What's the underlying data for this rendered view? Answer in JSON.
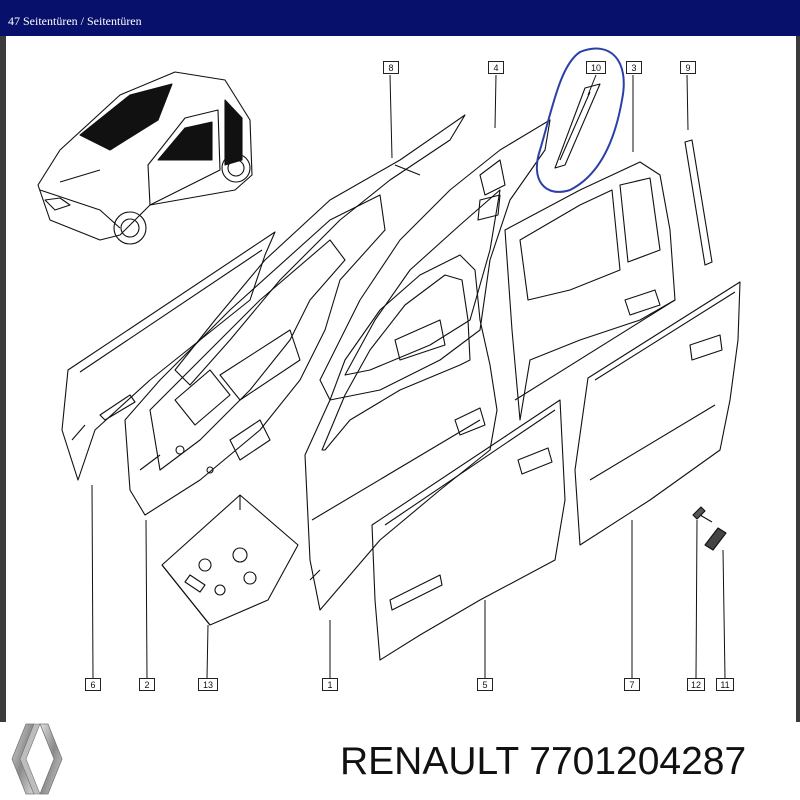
{
  "window": {
    "title": "47 Seitentüren / Seitentüren"
  },
  "diagram": {
    "labels": [
      {
        "id": "label-1",
        "text": "1"
      },
      {
        "id": "label-2",
        "text": "2"
      },
      {
        "id": "label-3",
        "text": "3"
      },
      {
        "id": "label-4",
        "text": "4"
      },
      {
        "id": "label-5",
        "text": "5"
      },
      {
        "id": "label-6",
        "text": "6"
      },
      {
        "id": "label-7",
        "text": "7"
      },
      {
        "id": "label-8",
        "text": "8"
      },
      {
        "id": "label-9",
        "text": "9"
      },
      {
        "id": "label-10",
        "text": "10"
      },
      {
        "id": "label-11",
        "text": "11"
      },
      {
        "id": "label-12",
        "text": "12"
      },
      {
        "id": "label-13",
        "text": "13"
      }
    ],
    "highlight_color": "#2b3fa8"
  },
  "footer": {
    "brand": "RENAULT 7701204287"
  }
}
